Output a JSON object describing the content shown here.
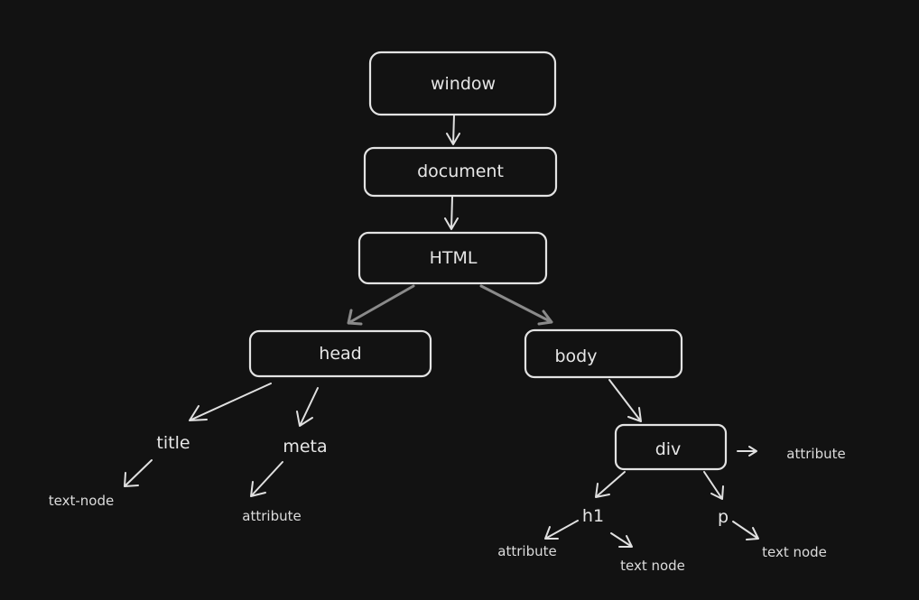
{
  "nodes": {
    "window": "window",
    "document": "document",
    "html": "HTML",
    "head": "head",
    "body": "body",
    "div": "div"
  },
  "leaves": {
    "title": "title",
    "meta": "meta",
    "h1": "h1",
    "p": "p",
    "title_text_node": "text-node",
    "meta_attribute": "attribute",
    "div_attribute": "attribute",
    "h1_attribute": "attribute",
    "h1_text_node": "text node",
    "p_text_node": "text node"
  }
}
